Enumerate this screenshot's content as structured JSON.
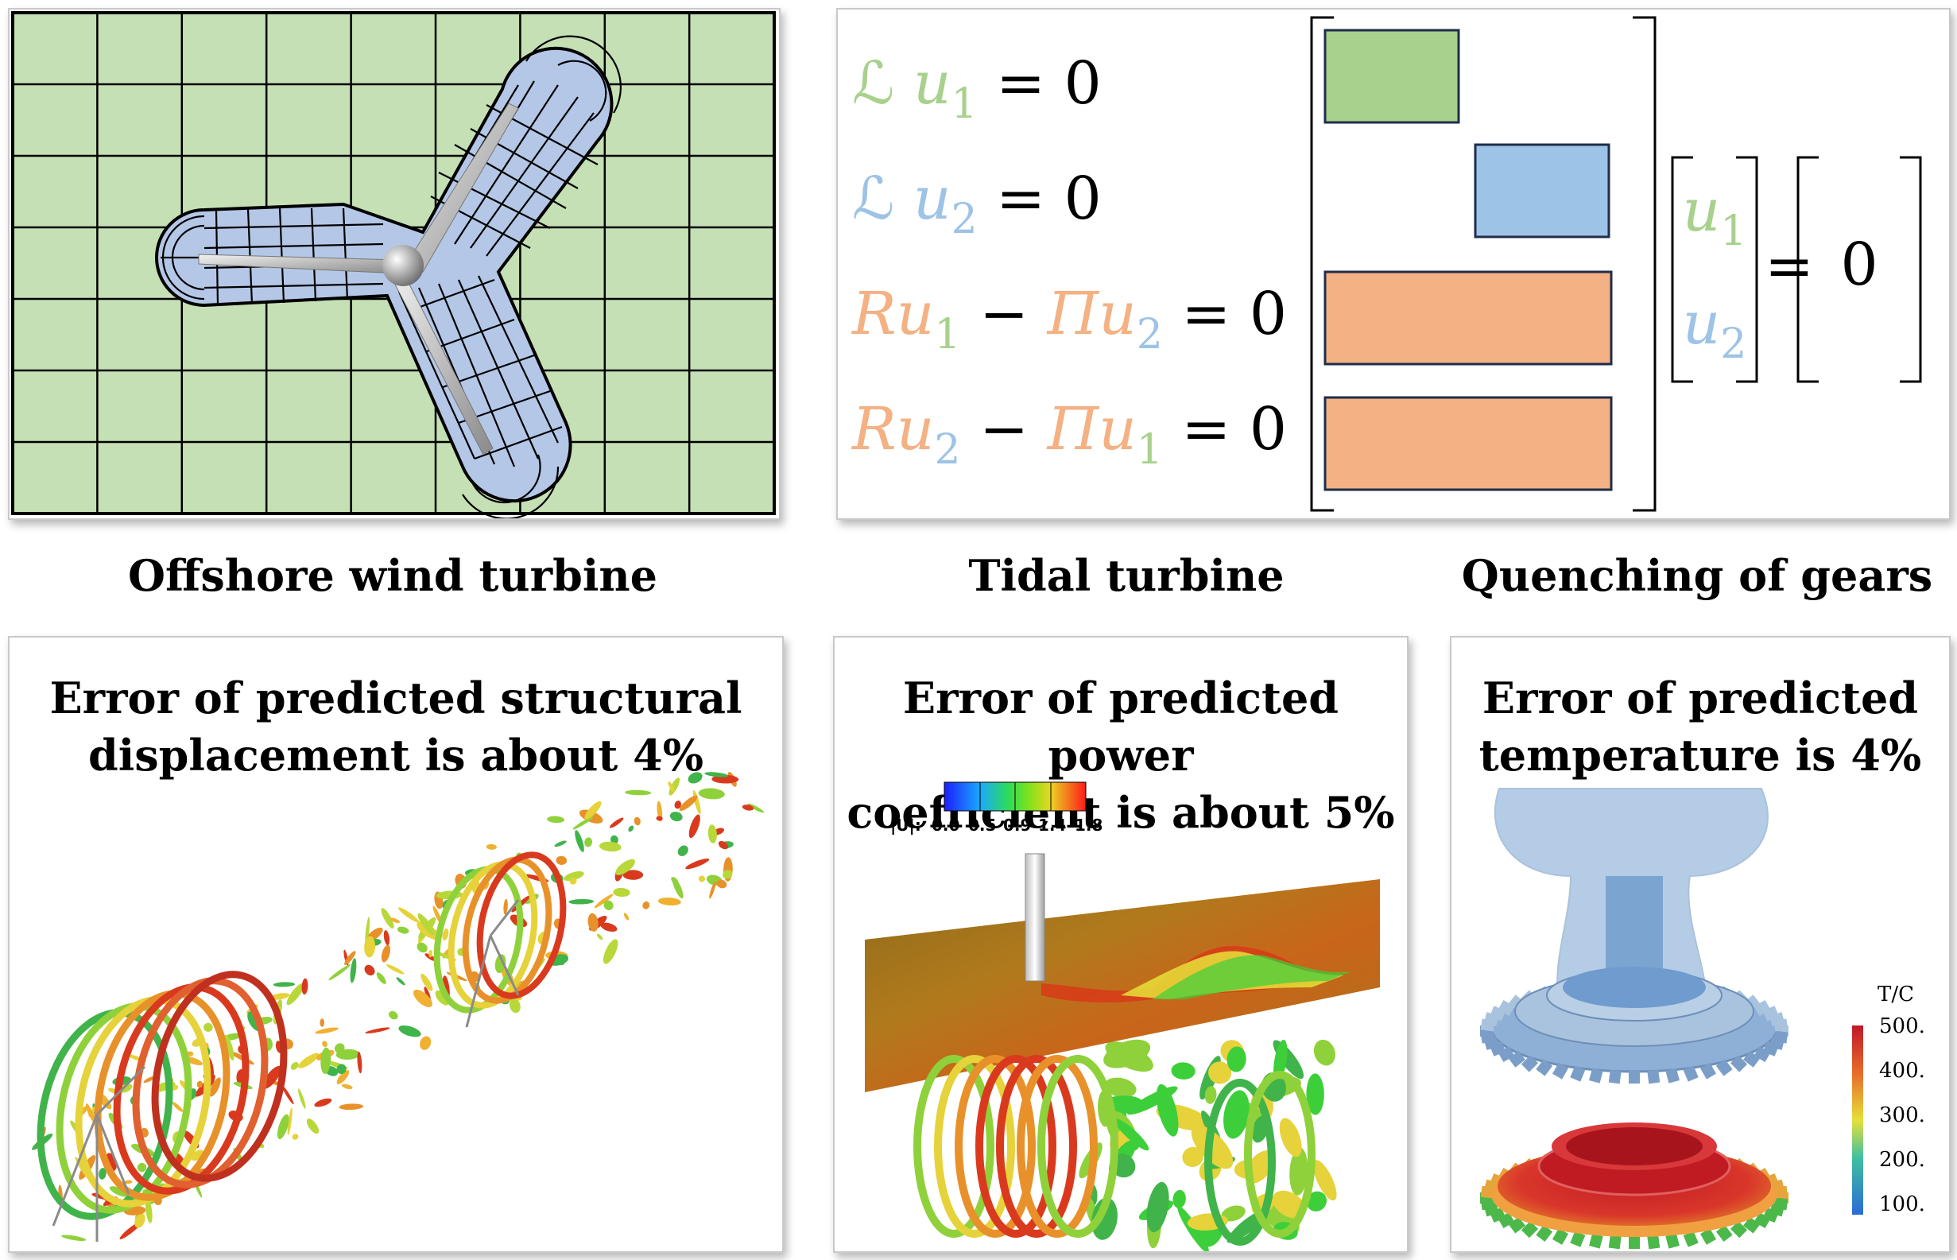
{
  "captions": {
    "wind": "Offshore wind turbine",
    "tidal": "Tidal turbine",
    "gears": "Quenching of gears"
  },
  "equations": {
    "eq1": {
      "op": "ℒ",
      "var": "u",
      "sub": "1",
      "rhs": "= 0"
    },
    "eq2": {
      "op": "ℒ",
      "var": "u",
      "sub": "2",
      "rhs": "= 0"
    },
    "eq3": {
      "a": "Ru",
      "a_sub": "1",
      "minus": "−",
      "b": "Πu",
      "b_sub": "2",
      "rhs": "= 0"
    },
    "eq4": {
      "a": "Ru",
      "a_sub": "2",
      "minus": "−",
      "b": "Πu",
      "b_sub": "1",
      "rhs": "= 0"
    }
  },
  "vector": {
    "u1": "u",
    "u1_sub": "1",
    "u2": "u",
    "u2_sub": "2",
    "equals": "=",
    "zero": "0"
  },
  "panels": {
    "structural": "Error of predicted structural displacement is about 4%",
    "structural_line1": "Error of predicted structural",
    "structural_line2": "displacement is about 4%",
    "power_line1": "Error of predicted power",
    "power_line2": "coefficient is about 5%",
    "temp_line1": "Error of predicted",
    "temp_line2": "temperature is 4%"
  },
  "velocity_scale": {
    "label": "|U|:",
    "ticks": [
      "0.0",
      "0.5",
      "0.9",
      "1.4",
      "1.8"
    ]
  },
  "temperature_scale": {
    "label": "T/C",
    "ticks": [
      "500.",
      "400.",
      "300.",
      "200.",
      "100."
    ]
  },
  "colors": {
    "green": "#a8d18d",
    "blue": "#9dc3e6",
    "orange": "#f4b183",
    "grid_bg": "#c5e0b4",
    "overset": "#b4c7e7"
  }
}
